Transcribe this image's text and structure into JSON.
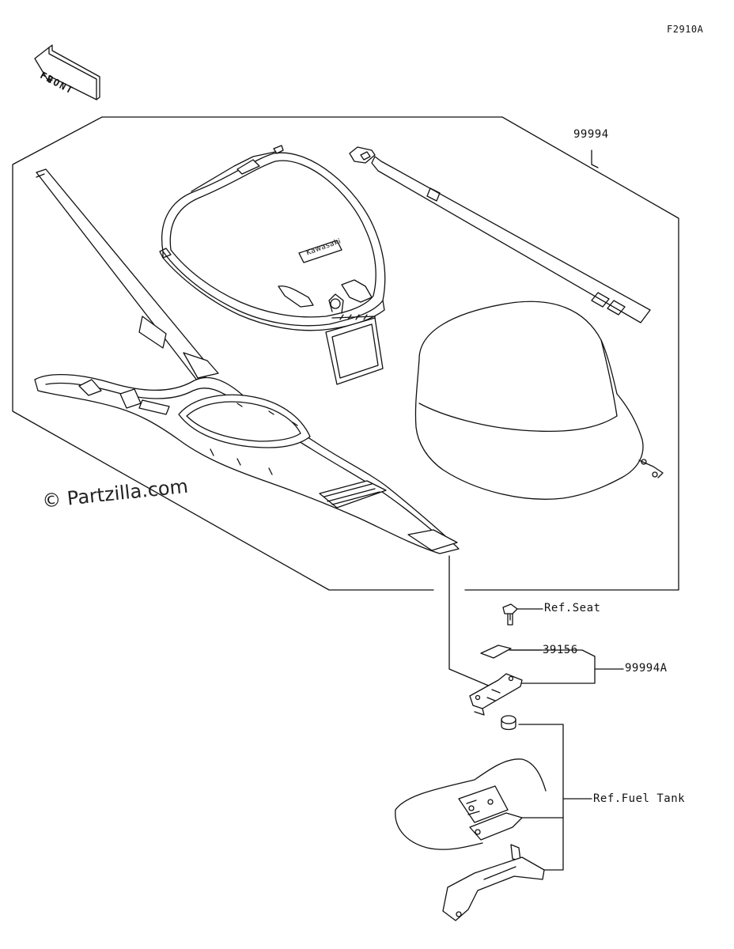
{
  "diagram": {
    "figure_code": "F2910A",
    "front_label": "FRONT",
    "brand_text": "Kawasaki",
    "watermark": "© Partzilla.com",
    "callouts": {
      "kit": "99994",
      "ref_seat": "Ref.Seat",
      "part_a": "39156",
      "kit_a": "99994A",
      "ref_fuel_tank": "Ref.Fuel Tank"
    }
  }
}
